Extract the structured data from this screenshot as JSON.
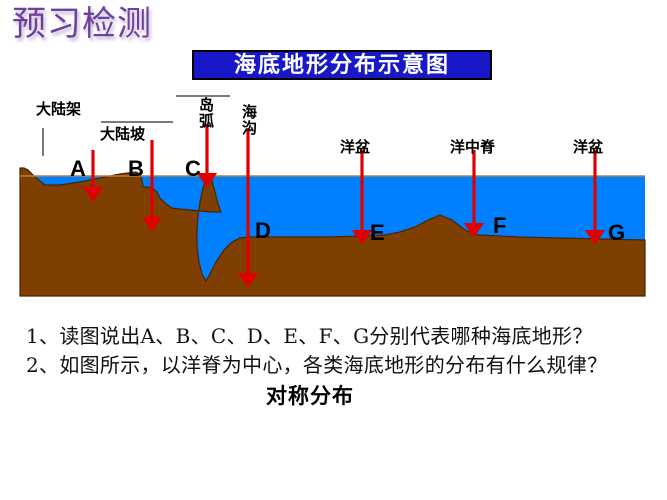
{
  "slide": {
    "title": "预习检测"
  },
  "diagram": {
    "title": "海底地形分布示意图",
    "colors": {
      "water": "#0080ff",
      "land": "#7f3f00",
      "banner_bg": "#1818c8",
      "banner_text": "#ffffff",
      "arrow": "#e00000",
      "title_purple": "#6f3f9e"
    },
    "callouts": [
      {
        "label": "大陆架",
        "letter": "A",
        "orientation": "horizontal"
      },
      {
        "label": "大陆坡",
        "letter": "B",
        "orientation": "horizontal"
      },
      {
        "label": "岛弧",
        "letter": "C",
        "orientation": "vertical"
      },
      {
        "label": "海沟",
        "letter": "D",
        "orientation": "vertical"
      },
      {
        "label": "洋盆",
        "letter": "E",
        "orientation": "horizontal"
      },
      {
        "label": "洋中脊",
        "letter": "F",
        "orientation": "horizontal"
      },
      {
        "label": "洋盆",
        "letter": "G",
        "orientation": "horizontal"
      }
    ]
  },
  "questions": {
    "q1": "1、读图说出A、B、C、D、E、F、G分别代表哪种海底地形？",
    "q2": "2、如图所示，以洋脊为中心，各类海底地形的分布有什么规律？",
    "answer": "对称分布"
  }
}
